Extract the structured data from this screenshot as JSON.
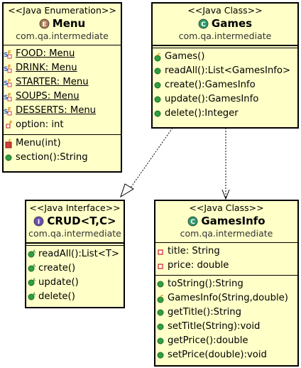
{
  "classes": {
    "menu": {
      "stereotype": "<<Java Enumeration>>",
      "name": "Menu",
      "package": "com.qa.intermediate",
      "kind_badge": "E",
      "badge_color": "#b07a53",
      "fields": [
        {
          "text": "FOOD: Menu",
          "icon": "static-final-field-icon",
          "static": true
        },
        {
          "text": "DRINK: Menu",
          "icon": "static-final-field-icon",
          "static": true
        },
        {
          "text": "STARTER: Menu",
          "icon": "static-final-field-icon",
          "static": true
        },
        {
          "text": "SOUPS: Menu",
          "icon": "static-final-field-icon",
          "static": true
        },
        {
          "text": "DESSERTS: Menu",
          "icon": "static-final-field-icon",
          "static": true
        },
        {
          "text": "option: int",
          "icon": "final-field-icon",
          "static": false
        }
      ],
      "methods": [
        {
          "text": "Menu(int)",
          "icon": "private-constructor-icon"
        },
        {
          "text": "section():String",
          "icon": "public-method-icon"
        }
      ]
    },
    "games": {
      "stereotype": "<<Java Class>>",
      "name": "Games",
      "package": "com.qa.intermediate",
      "kind_badge": "C",
      "badge_color": "#2e9a6a",
      "fields": [],
      "methods": [
        {
          "text": "Games()",
          "icon": "public-constructor-icon"
        },
        {
          "text": "readAll():List<GamesInfo>",
          "icon": "public-method-icon"
        },
        {
          "text": "create():GamesInfo",
          "icon": "public-method-icon"
        },
        {
          "text": "update():GamesInfo",
          "icon": "public-method-icon"
        },
        {
          "text": "delete():Integer",
          "icon": "public-method-icon"
        }
      ]
    },
    "crud": {
      "stereotype": "<<Java Interface>>",
      "name": "CRUD<T,C>",
      "package": "com.qa.intermediate",
      "kind_badge": "I",
      "badge_color": "#6a4fb0",
      "fields": [],
      "methods": [
        {
          "text": "readAll():List<T>",
          "icon": "abstract-method-icon"
        },
        {
          "text": "create()",
          "icon": "abstract-method-icon"
        },
        {
          "text": "update()",
          "icon": "abstract-method-icon"
        },
        {
          "text": "delete()",
          "icon": "abstract-method-icon"
        }
      ]
    },
    "gamesinfo": {
      "stereotype": "<<Java Class>>",
      "name": "GamesInfo",
      "package": "com.qa.intermediate",
      "kind_badge": "C",
      "badge_color": "#2e9a6a",
      "fields": [
        {
          "text": "title: String",
          "icon": "private-field-icon",
          "static": false
        },
        {
          "text": "price: double",
          "icon": "private-field-icon",
          "static": false
        }
      ],
      "methods": [
        {
          "text": "toString():String",
          "icon": "public-method-icon"
        },
        {
          "text": "GamesInfo(String,double)",
          "icon": "public-constructor-icon"
        },
        {
          "text": "getTitle():String",
          "icon": "public-method-icon"
        },
        {
          "text": "setTitle(String):void",
          "icon": "public-method-icon"
        },
        {
          "text": "getPrice():double",
          "icon": "public-method-icon"
        },
        {
          "text": "setPrice(double):void",
          "icon": "public-method-icon"
        }
      ]
    }
  },
  "relations": [
    {
      "from": "games",
      "to": "crud",
      "kind": "realization"
    },
    {
      "from": "games",
      "to": "gamesinfo",
      "kind": "dependency"
    }
  ],
  "colors": {
    "box_fill": "#ffffc8",
    "public_green": "#2ea043",
    "private_red": "#d23c3c",
    "final_orange": "#d98a1f",
    "static_blue": "#3a63c8"
  }
}
